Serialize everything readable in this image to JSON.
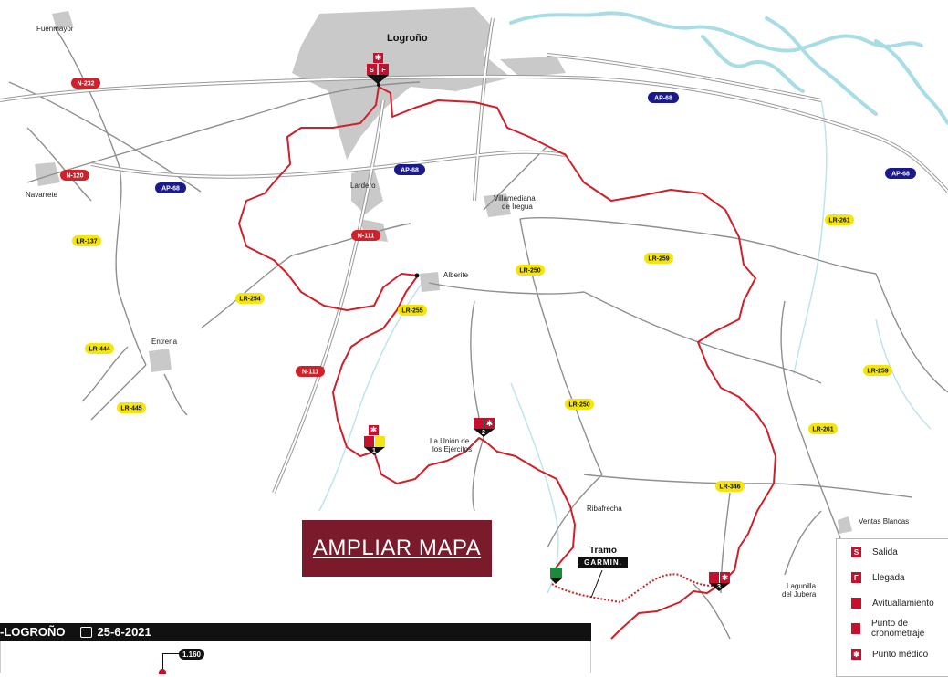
{
  "map": {
    "towns": {
      "logrono": "Logroño",
      "fuenmayor": "Fuenmayor",
      "navarrete": "Navarrete",
      "lardero": "Lardero",
      "villamediana": [
        "Villamediana",
        "de Iregua"
      ],
      "alberite": "Alberite",
      "entrena": "Entrena",
      "union": [
        "La Unión de",
        "los Ejércitos"
      ],
      "ribafrecha": "Ribafrecha",
      "ventas": "Ventas Blancas",
      "lagunilla": [
        "Lagunilla",
        "del Jubera"
      ]
    },
    "roads": {
      "n232": "N-232",
      "n120": "N-120",
      "ap68a": "AP-68",
      "ap68b": "AP-68",
      "ap68c": "AP-68",
      "ap68d": "AP-68",
      "n111a": "N-111",
      "n111b": "N-111",
      "lr137": "LR-137",
      "lr254": "LR-254",
      "lr444": "LR-444",
      "lr445": "LR-445",
      "lr255": "LR-255",
      "lr250a": "LR-250",
      "lr250b": "LR-250",
      "lr259a": "LR-259",
      "lr259b": "LR-259",
      "lr261a": "LR-261",
      "lr261b": "LR-261",
      "lr346": "LR-346"
    },
    "markers": {
      "start": "S",
      "finish": "F",
      "cp1": "1",
      "cp2": "2",
      "cp3": "3"
    },
    "colors": {
      "route": "#d0202a",
      "river": "#a8dde6",
      "urban": "#c9c9c9",
      "road": "#8f8f8f",
      "national_road": "#d0202a",
      "motorway": "#1a1a8c",
      "regional_road": "#f5e50a",
      "button": "#7a1a2b"
    }
  },
  "tramo": {
    "label": "Tramo",
    "sponsor": "GARMIN."
  },
  "button": {
    "label": "AMPLIAR MAPA"
  },
  "legend": {
    "items": [
      {
        "icon": "S",
        "label": "Salida"
      },
      {
        "icon": "F",
        "label": "Llegada"
      },
      {
        "icon": "",
        "label": "Avituallamiento"
      },
      {
        "icon": "",
        "label": "Punto de cronometraje"
      },
      {
        "icon": "✱",
        "label": "Punto médico"
      }
    ]
  },
  "profile": {
    "title": "-LOGROÑO",
    "date": "25-6-2021",
    "elevation": "1.160"
  }
}
